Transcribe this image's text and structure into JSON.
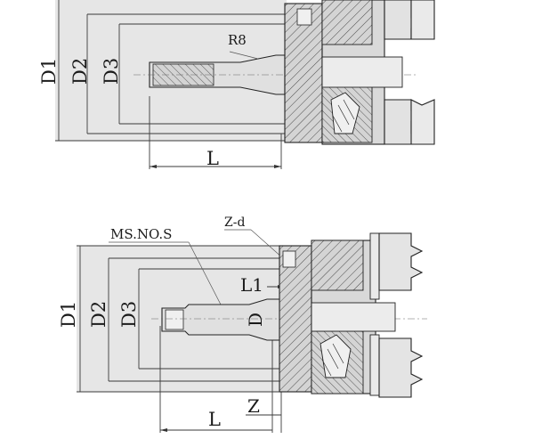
{
  "top_drawing": {
    "labels": {
      "d1": "D1",
      "d2": "D2",
      "d3": "D3",
      "r8": "R8",
      "l": "L"
    }
  },
  "bottom_drawing": {
    "labels": {
      "d1": "D1",
      "d2": "D2",
      "d3": "D3",
      "ms": "MS.NO.S",
      "zd": "Z-d",
      "l1": "L1",
      "d": "D",
      "z": "Z",
      "l": "L"
    }
  },
  "colors": {
    "panel": "#e6e6e6",
    "body": "#d9d9d9",
    "hatch": "#444444",
    "line": "#222222"
  }
}
